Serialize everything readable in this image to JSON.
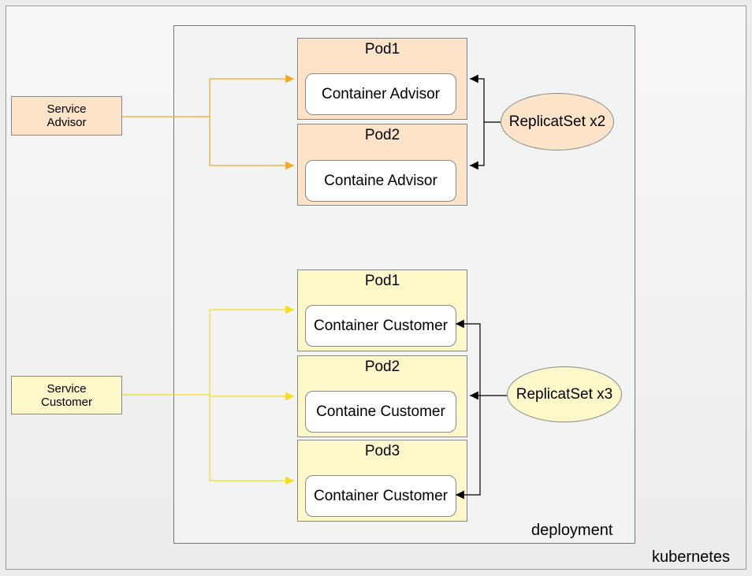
{
  "diagram": {
    "kubernetes_label": "kubernetes",
    "deployment_label": "deployment",
    "services": {
      "advisor": {
        "line1": "Service",
        "line2": "Advisor"
      },
      "customer": {
        "line1": "Service",
        "line2": "Customer"
      }
    },
    "advisor_group": {
      "pods": [
        {
          "title": "Pod1",
          "container": "Container Advisor"
        },
        {
          "title": "Pod2",
          "container": "Containe Advisor"
        }
      ],
      "replicaset": "ReplicatSet x2"
    },
    "customer_group": {
      "pods": [
        {
          "title": "Pod1",
          "container": "Container Customer"
        },
        {
          "title": "Pod2",
          "container": "Containe Customer"
        },
        {
          "title": "Pod3",
          "container": "Container Customer"
        }
      ],
      "replicaset": "ReplicatSet x3"
    },
    "colors": {
      "advisor_fill": "#fde3c8",
      "advisor_line": "#f5a623",
      "customer_fill": "#fdf8c9",
      "customer_line": "#f5dd1a"
    }
  }
}
